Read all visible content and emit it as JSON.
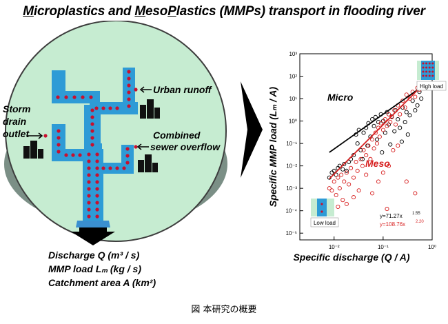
{
  "title": {
    "p1": "M",
    "p2": "icroplastics and ",
    "p3": "M",
    "p4": "eso",
    "p5": "P",
    "p6": "lastics (MMPs) transport in flooding river"
  },
  "river": {
    "urban_runoff": "Urban runoff",
    "storm_drain": [
      "Storm",
      "drain",
      "outlet"
    ],
    "combined_sewer": [
      "Combined",
      "sewer overflow"
    ]
  },
  "outputs": [
    "Discharge Q (m³ / s)",
    "MMP load Lₘ (kg / s)",
    "Catchment area A (km²)"
  ],
  "caption": "図 本研究の概要",
  "colors": {
    "water": "#2e9bd6",
    "land": "#c6ecd1",
    "micro": "#000000",
    "meso": "#d71f1f",
    "particle": "#c8102e"
  },
  "chart_data": {
    "type": "scatter",
    "xlabel": "Specific discharge (Q / A)",
    "ylabel": "Specific MMP load (Lₘ / A)",
    "xscale": "log",
    "yscale": "log",
    "xlim": [
      0.002,
      1
    ],
    "ylim": [
      5e-06,
      1000
    ],
    "xticks": [
      0.01,
      0.1,
      1
    ],
    "xtick_labels": [
      "10⁻²",
      "10⁻¹",
      "10⁰"
    ],
    "yticks": [
      1e-05,
      0.0001,
      0.001,
      0.01,
      0.1,
      1,
      10,
      100,
      1000
    ],
    "ytick_labels": [
      "10⁻⁵",
      "10⁻⁴",
      "10⁻³",
      "10⁻²",
      "10⁻¹",
      "10⁰",
      "10¹",
      "10²",
      "10³"
    ],
    "series": [
      {
        "name": "Micro",
        "color": "#000000",
        "fit": {
          "a": 71.27,
          "b": 1.55,
          "x0": 0.008,
          "x1": 0.6
        },
        "points": [
          [
            0.008,
            0.003
          ],
          [
            0.009,
            0.005
          ],
          [
            0.01,
            0.006
          ],
          [
            0.011,
            0.004
          ],
          [
            0.012,
            0.008
          ],
          [
            0.013,
            0.01
          ],
          [
            0.015,
            0.007
          ],
          [
            0.016,
            0.012
          ],
          [
            0.018,
            0.006
          ],
          [
            0.02,
            0.015
          ],
          [
            0.022,
            0.02
          ],
          [
            0.025,
            0.03
          ],
          [
            0.028,
            0.25
          ],
          [
            0.03,
            0.1
          ],
          [
            0.032,
            0.4
          ],
          [
            0.035,
            0.05
          ],
          [
            0.04,
            0.3
          ],
          [
            0.045,
            0.5
          ],
          [
            0.05,
            0.8
          ],
          [
            0.055,
            0.2
          ],
          [
            0.06,
            1.2
          ],
          [
            0.065,
            0.6
          ],
          [
            0.07,
            1.5
          ],
          [
            0.08,
            0.9
          ],
          [
            0.09,
            2.0
          ],
          [
            0.1,
            1.0
          ],
          [
            0.11,
            0.3
          ],
          [
            0.12,
            2.5
          ],
          [
            0.13,
            0.7
          ],
          [
            0.15,
            1.6
          ],
          [
            0.17,
            0.35
          ],
          [
            0.18,
            3.0
          ],
          [
            0.2,
            1.2
          ],
          [
            0.22,
            0.5
          ],
          [
            0.25,
            4.0
          ],
          [
            0.28,
            0.9
          ],
          [
            0.3,
            2.5
          ],
          [
            0.35,
            1.8
          ],
          [
            0.4,
            8.0
          ],
          [
            0.45,
            3.0
          ],
          [
            0.5,
            5.0
          ],
          [
            0.55,
            20
          ],
          [
            0.6,
            10
          ],
          [
            0.038,
            0.02
          ],
          [
            0.048,
            0.08
          ],
          [
            0.075,
            0.15
          ],
          [
            0.095,
            0.04
          ],
          [
            0.14,
            0.09
          ],
          [
            0.24,
            0.12
          ],
          [
            0.32,
            0.25
          ]
        ]
      },
      {
        "name": "Meso",
        "color": "#d71f1f",
        "fit": {
          "a": 108.76,
          "b": 2.2,
          "x0": 0.008,
          "x1": 0.6
        },
        "points": [
          [
            0.008,
            0.001
          ],
          [
            0.009,
            0.0008
          ],
          [
            0.01,
            0.002
          ],
          [
            0.011,
            0.0005
          ],
          [
            0.012,
            0.003
          ],
          [
            0.013,
            0.001
          ],
          [
            0.014,
            0.004
          ],
          [
            0.015,
            0.0003
          ],
          [
            0.016,
            0.002
          ],
          [
            0.018,
            0.005
          ],
          [
            0.02,
            0.0015
          ],
          [
            0.022,
            0.008
          ],
          [
            0.025,
            0.003
          ],
          [
            0.028,
            0.015
          ],
          [
            0.03,
            0.006
          ],
          [
            0.032,
            0.0008
          ],
          [
            0.035,
            0.02
          ],
          [
            0.038,
            0.01
          ],
          [
            0.04,
            0.05
          ],
          [
            0.045,
            0.03
          ],
          [
            0.05,
            0.08
          ],
          [
            0.055,
            0.02
          ],
          [
            0.06,
            0.15
          ],
          [
            0.065,
            0.06
          ],
          [
            0.07,
            0.3
          ],
          [
            0.075,
            0.1
          ],
          [
            0.08,
            0.5
          ],
          [
            0.085,
            0.2
          ],
          [
            0.09,
            0.8
          ],
          [
            0.1,
            0.4
          ],
          [
            0.11,
            1.2
          ],
          [
            0.12,
            0.6
          ],
          [
            0.13,
            2.0
          ],
          [
            0.14,
            0.9
          ],
          [
            0.15,
            1.5
          ],
          [
            0.17,
            3.0
          ],
          [
            0.18,
            0.7
          ],
          [
            0.2,
            5.0
          ],
          [
            0.22,
            2.0
          ],
          [
            0.25,
            8.0
          ],
          [
            0.28,
            4.0
          ],
          [
            0.3,
            15
          ],
          [
            0.35,
            10
          ],
          [
            0.4,
            20
          ],
          [
            0.45,
            12
          ],
          [
            0.5,
            30
          ],
          [
            0.55,
            25
          ],
          [
            0.6,
            35
          ],
          [
            0.012,
            0.00015
          ],
          [
            0.018,
            0.0002
          ],
          [
            0.025,
            0.0004
          ],
          [
            0.045,
            0.004
          ],
          [
            0.06,
            0.0006
          ],
          [
            0.08,
            0.002
          ],
          [
            0.1,
            0.005
          ],
          [
            0.13,
            0.01
          ],
          [
            0.16,
            0.05
          ],
          [
            0.2,
            0.08
          ],
          [
            0.12,
            0.00012
          ],
          [
            0.3,
            0.002
          ],
          [
            0.45,
            0.0006
          ]
        ]
      }
    ],
    "annotations": {
      "micro_label": "Micro",
      "meso_label": "Meso",
      "micro_eq_base": "y=71.27x",
      "micro_eq_exp": "1.55",
      "meso_eq_base": "y=108.76x",
      "meso_eq_exp": "2.20",
      "high_load": "High load",
      "low_load": "Low load"
    }
  }
}
